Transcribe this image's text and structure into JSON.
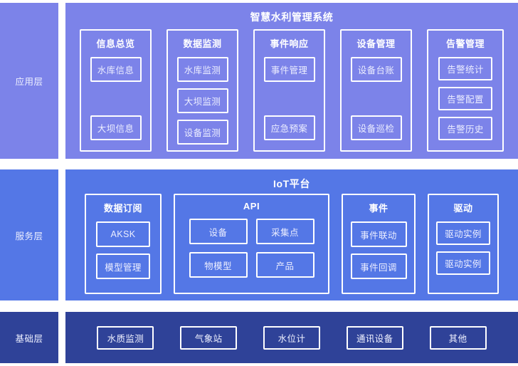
{
  "layers": [
    {
      "id": "application",
      "tab_label": "应用层",
      "panel_title": "智慧水利管理系统",
      "color": "#7c83e9",
      "groups": [
        {
          "title": "信息总览",
          "layout": "spread",
          "cells": [
            "水库信息",
            "大坝信息"
          ]
        },
        {
          "title": "数据监测",
          "layout": "top",
          "cells": [
            "水库监测",
            "大坝监测",
            "设备监测"
          ]
        },
        {
          "title": "事件响应",
          "layout": "spread",
          "cells": [
            "事件管理",
            "应急预案"
          ]
        },
        {
          "title": "设备管理",
          "layout": "spread",
          "cells": [
            "设备台账",
            "设备巡检"
          ]
        },
        {
          "title": "告警管理",
          "layout": "top",
          "cells": [
            "告警统计",
            "告警配置",
            "告警历史"
          ]
        }
      ]
    },
    {
      "id": "service",
      "tab_label": "服务层",
      "panel_title": "IoT平台",
      "color": "#5477e6",
      "groups": [
        {
          "title": "数据订阅",
          "layout": "top",
          "cells": [
            "AKSK",
            "模型管理"
          ]
        },
        {
          "title": "API",
          "layout": "grid2",
          "cells": [
            "设备",
            "采集点",
            "物模型",
            "产品"
          ]
        },
        {
          "title": "事件",
          "layout": "top",
          "cells": [
            "事件联动",
            "事件回调"
          ]
        },
        {
          "title": "驱动",
          "layout": "top",
          "cells": [
            "驱动实例",
            "驱动实例"
          ]
        }
      ]
    },
    {
      "id": "infrastructure",
      "tab_label": "基础层",
      "panel_title": "",
      "color": "#2f4298",
      "cells": [
        "水质监测",
        "气象站",
        "水位计",
        "通讯设备",
        "其他"
      ]
    }
  ],
  "colors": {
    "application_layer": "#7c83e9",
    "service_layer": "#5477e6",
    "infrastructure_layer": "#2f4298",
    "border": "#ffffff",
    "text": "#ffffff",
    "background": "#ffffff"
  }
}
